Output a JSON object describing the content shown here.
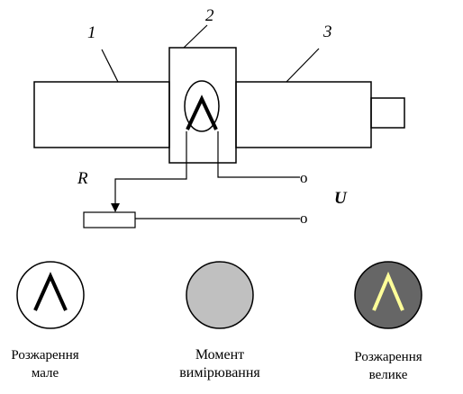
{
  "labels": {
    "part1": "1",
    "part2": "2",
    "part3": "3",
    "resistor": "R",
    "voltage": "U",
    "terminal_top": "o",
    "terminal_bottom": "o"
  },
  "states": [
    {
      "line1": "Розжарення",
      "line2": "мале",
      "fill": "#ffffff",
      "filament": "#000000"
    },
    {
      "line1": "Момент",
      "line2": "вимірювання",
      "fill": "#c0c0c0",
      "filament": ""
    },
    {
      "line1": "Розжарення",
      "line2": "велике",
      "fill": "#666666",
      "filament": "#ffff99"
    }
  ]
}
